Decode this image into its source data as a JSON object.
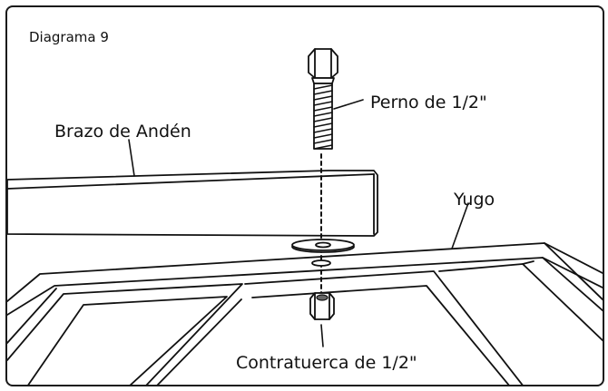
{
  "title": "Diagrama 9",
  "labels": {
    "bolt": "Perno de 1/2\"",
    "arm": "Brazo de Andén",
    "yoke": "Yugo",
    "nut": "Contratuerca de 1/2\""
  }
}
